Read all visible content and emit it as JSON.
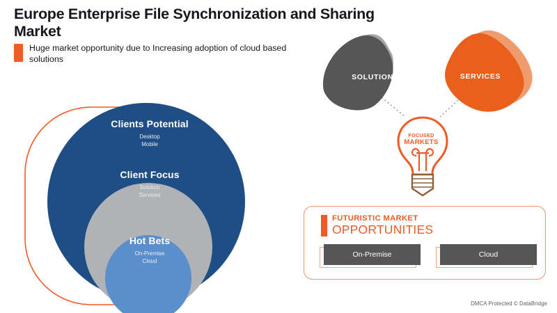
{
  "header": {
    "title": "Europe Enterprise File Synchronization and Sharing Market",
    "subtitle": "Huge market opportunity due to Increasing adoption of cloud based solutions",
    "accent_bar_icon": "orange-square-accent"
  },
  "venn": {
    "outer": {
      "label": "Clients Potential",
      "items": "Desktop\nMobile",
      "color": "#1f4e84"
    },
    "middle": {
      "label": "Client Focus",
      "items": "Solution\nServices",
      "color": "#b0b2b5"
    },
    "inner": {
      "label": "Hot Bets",
      "items": "On-Premise\nCloud",
      "color": "#5b8fcc"
    },
    "outline_color": "#ef5b26"
  },
  "shapes": {
    "solution": {
      "label": "SOLUTION",
      "color": "#565656",
      "shadow_color": "#a3a5a7"
    },
    "services": {
      "label": "SERVICES",
      "color": "#e8601c",
      "shadow_color": "#ef9b6d"
    },
    "bulb": {
      "line1": "FOCUSED",
      "line2": "MARKETS",
      "color": "#ef5b26",
      "base_color": "#8c6239",
      "icon": "lightbulb-icon"
    },
    "connector_style": "dotted"
  },
  "panel": {
    "heading_line1": "FUTURISTIC MARKET",
    "heading_line2": "OPPORTUNITIES",
    "accent_color": "#ef5b26",
    "border_color": "#f0956b",
    "buttons": [
      {
        "label": "On-Premise"
      },
      {
        "label": "Cloud"
      }
    ]
  },
  "footer": {
    "text": "DMCA Protected © DataBridge"
  }
}
